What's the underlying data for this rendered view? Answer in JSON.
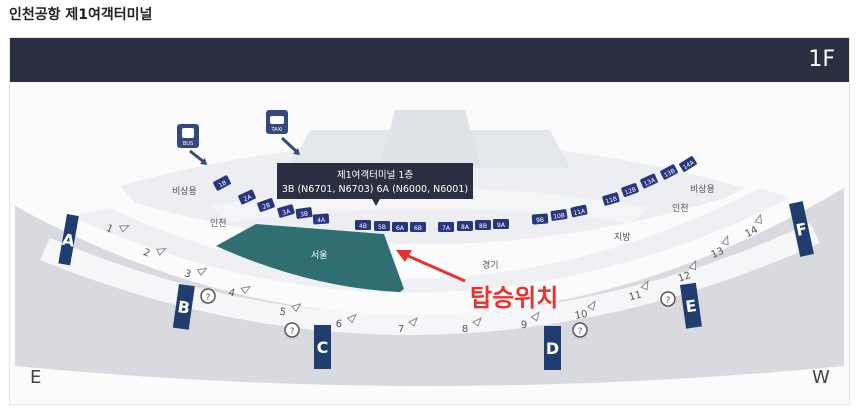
{
  "page": {
    "title": "인천공항 제1여객터미널"
  },
  "floor": {
    "label": "1F"
  },
  "direction": {
    "left": "E",
    "right": "W"
  },
  "zones": {
    "left_top": "비상용",
    "right_top": "비상용",
    "left_mid": "인천",
    "right_mid": "인천",
    "right_region": "지방",
    "seoul": "서울",
    "gyeonggi": "경기"
  },
  "tooltip": {
    "title": "제1여객터미널 1층",
    "detail": "3B (N6701, N6703)  6A (N6000, N6001)"
  },
  "boarding": {
    "label": "탑승위치"
  },
  "transport": {
    "bus": "BUS",
    "taxi": "TAXI"
  },
  "stops": [
    "1B",
    "2A",
    "2B",
    "3A",
    "3B",
    "4A",
    "4B",
    "5B",
    "6A",
    "6B",
    "7A",
    "8A",
    "8B",
    "9A",
    "9B",
    "10B",
    "11A",
    "11B",
    "12B",
    "13A",
    "13B",
    "14A"
  ],
  "gates": [
    "1",
    "2",
    "3",
    "4",
    "5",
    "6",
    "7",
    "8",
    "9",
    "10",
    "11",
    "12",
    "13",
    "14"
  ],
  "sections": [
    "A",
    "B",
    "C",
    "D",
    "E",
    "F"
  ],
  "colors": {
    "header": "#2b2f42",
    "seoul": "#2f6f72",
    "stop": "#283680",
    "section": "#1f3d6e",
    "highlight": "#e8322d"
  }
}
